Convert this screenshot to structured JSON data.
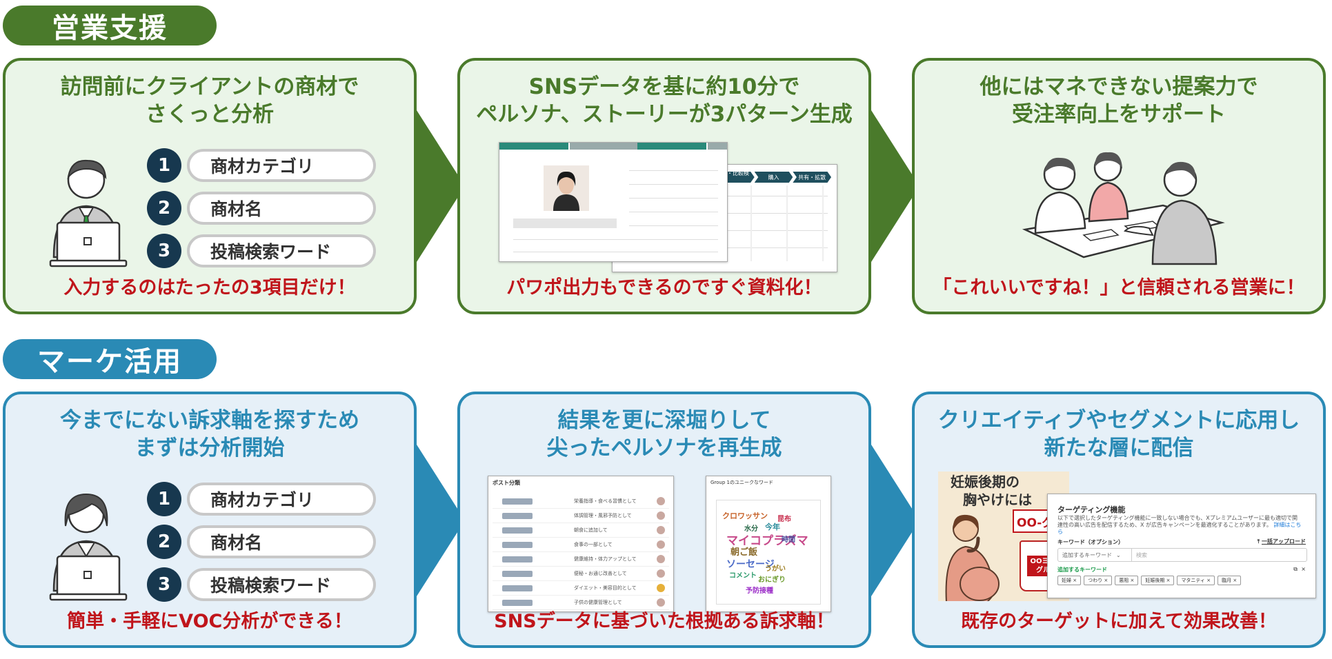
{
  "sections": {
    "sales": {
      "label": "営業支援"
    },
    "marketing": {
      "label": "マーケ活用"
    }
  },
  "sales": {
    "card1": {
      "title1": "訪問前にクライアントの商材で",
      "title2": "さくっと分析",
      "bottom": "入力するのはたったの3項目だけ！"
    },
    "card2": {
      "title1": "SNSデータを基に約10分で",
      "title2": "ペルソナ、ストーリーが3パターン生成",
      "bottom": "パワポ出力もできるのですぐ資料化！"
    },
    "card3": {
      "title1": "他にはマネできない提案力で",
      "title2": "受注率向上をサポート",
      "bottom": "「これいいですね！」と信頼される営業に！"
    }
  },
  "marketing": {
    "card1": {
      "title1": "今までにない訴求軸を探すため",
      "title2": "まずは分析開始",
      "bottom": "簡単・手軽にVOC分析ができる！"
    },
    "card2": {
      "title1": "結果を更に深堀りして",
      "title2": "尖ったペルソナを再生成",
      "bottom": "SNSデータに基づいた根拠ある訴求軸！"
    },
    "card3": {
      "title1": "クリエイティブやセグメントに応用し",
      "title2": "新たな層に配信",
      "bottom": "既存のターゲットに加えて効果改善！"
    }
  },
  "inputs": [
    {
      "num": "1",
      "label": "商材カテゴリ"
    },
    {
      "num": "2",
      "label": "商材名"
    },
    {
      "num": "3",
      "label": "投稿検索ワード"
    }
  ],
  "screens": {
    "persona_steps": [
      "評価・比較検討",
      "購入",
      "共有・拡散"
    ],
    "post_class_title": "ポスト分類",
    "post_rows": [
      "栄養指導・食べる習慣として",
      "体調管理・風邪予防として",
      "朝食に追加して",
      "食事の一部として",
      "健康維持・体力アップとして",
      "便秘・お通じ改善として",
      "ダイエット・美容目的として",
      "子供の健康管理として"
    ],
    "wordcloud_title": "Group 1のユニークなワード",
    "wordcloud_words": [
      "マイコプラズマ",
      "今年",
      "朝ご飯",
      "ソーセージ",
      "クロワッサン",
      "おにぎり",
      "予防接種",
      "水分",
      "昆布",
      "時間",
      "うがい",
      "コメント"
    ],
    "ad_headline1": "妊娠後期の",
    "ad_headline2": "胸やけには",
    "ad_product": "OO-グル",
    "ad_cup": "OOヨーグル",
    "targeting_title": "ターゲティング機能",
    "targeting_desc": "以下で選択したターゲティング機能に一致しない場合でも、Xプレミアムユーザーに最も適切で関連性の高い広告を配信するため、X が広告キャンペーンを最適化することがあります。",
    "targeting_link": "詳細はこちら",
    "keyword_label": "キーワード（オプション）",
    "upload_label": "一括アップロード",
    "keyword_select": "追加するキーワード",
    "keyword_search": "検索",
    "added_label": "追加するキーワード",
    "chips": [
      "妊婦",
      "つわり",
      "悪阻",
      "妊娠後期",
      "マタニティ",
      "臨月"
    ]
  },
  "colors": {
    "green": "#4a7a2b",
    "blue": "#2a8ab5",
    "red": "#c0151b",
    "navy": "#17384f"
  }
}
